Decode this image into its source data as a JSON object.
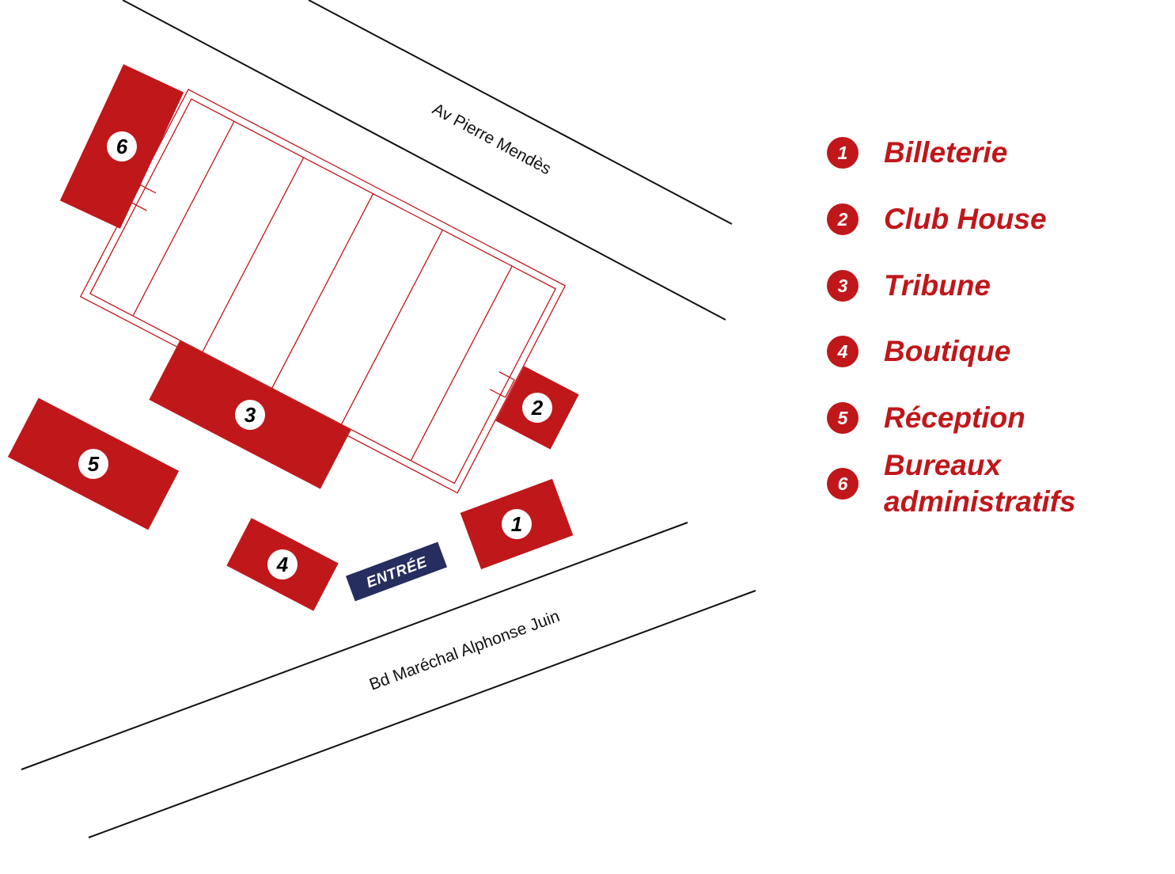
{
  "colors": {
    "building": "#c0171b",
    "entrance": "#262e5f",
    "field_lines": "#c0171b",
    "road": "#111111"
  },
  "map": {
    "streets": [
      {
        "id": "north",
        "label": "Av Pierre Mendès"
      },
      {
        "id": "south",
        "label": "Bd Maréchal Alphonse Juin"
      }
    ],
    "entrance_label": "ENTRÉE",
    "buildings": [
      {
        "number": "1"
      },
      {
        "number": "2"
      },
      {
        "number": "3"
      },
      {
        "number": "4"
      },
      {
        "number": "5"
      },
      {
        "number": "6"
      }
    ]
  },
  "legend": [
    {
      "number": "1",
      "label": "Billeterie"
    },
    {
      "number": "2",
      "label": "Club House"
    },
    {
      "number": "3",
      "label": "Tribune"
    },
    {
      "number": "4",
      "label": "Boutique"
    },
    {
      "number": "5",
      "label": "Réception"
    },
    {
      "number": "6",
      "label": "Bureaux administratifs"
    }
  ]
}
